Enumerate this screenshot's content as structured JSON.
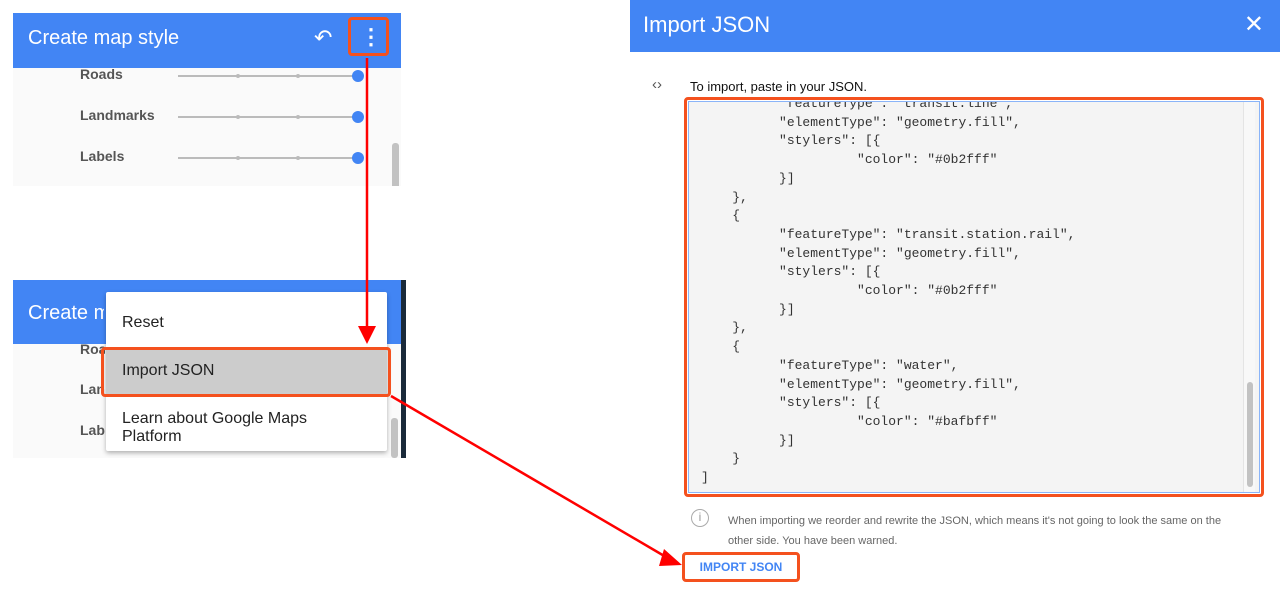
{
  "panel_top": {
    "title": "Create map style",
    "undo_icon": "undo-icon",
    "more_icon": "more-vert-icon",
    "sliders": [
      {
        "label": "Roads",
        "value": 1.0
      },
      {
        "label": "Landmarks",
        "value": 1.0
      },
      {
        "label": "Labels",
        "value": 1.0
      }
    ]
  },
  "panel_bottom": {
    "title": "Create map style",
    "rows": [
      "Roads",
      "Landmarks",
      "Labels"
    ],
    "menu": [
      {
        "label": "Reset"
      },
      {
        "label": "Import JSON",
        "highlighted": true
      },
      {
        "label": "Learn about Google Maps Platform"
      }
    ]
  },
  "dialog": {
    "title": "Import JSON",
    "close_icon": "close-icon",
    "code_icon": "code-icon",
    "instruction": "To import, paste in your JSON.",
    "json_lines": [
      "          \"featureType\": \"transit.line\",",
      "          \"elementType\": \"geometry.fill\",",
      "          \"stylers\": [{",
      "                    \"color\": \"#0b2fff\"",
      "          }]",
      "    },",
      "    {",
      "          \"featureType\": \"transit.station.rail\",",
      "          \"elementType\": \"geometry.fill\",",
      "          \"stylers\": [{",
      "                    \"color\": \"#0b2fff\"",
      "          }]",
      "    },",
      "    {",
      "          \"featureType\": \"water\",",
      "          \"elementType\": \"geometry.fill\",",
      "          \"stylers\": [{",
      "                    \"color\": \"#bafbff\"",
      "          }]",
      "    }",
      "]"
    ],
    "info_icon": "info-icon",
    "warning": "When importing we reorder and rewrite the JSON, which means it's not going to look the same on the other side. You have been warned.",
    "import_button": "IMPORT JSON"
  },
  "colors": {
    "header": "#4285f4",
    "highlight": "#f4511e",
    "arrow": "#ff0000"
  }
}
